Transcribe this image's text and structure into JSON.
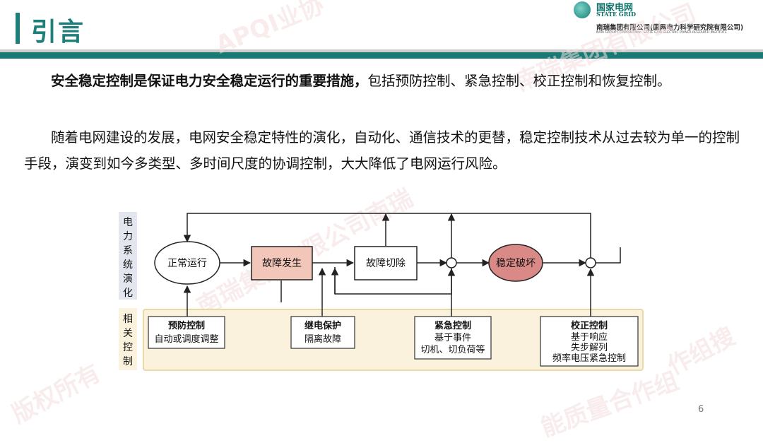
{
  "header": {
    "title": "引言",
    "logo": {
      "name_cn": "国家电网",
      "name_en": "STATE GRID",
      "company": "南瑞集团有限公司(国网电力科学研究院有限公司)",
      "company_en": "NARI GROUP CORPORATION · STATE GRID ELECTRIC POWER RESEARCH INSTITUTE"
    },
    "accent_color": "#1e7f7a"
  },
  "body": {
    "p1_bold": "安全稳定控制是保证电力安全稳定运行的重要措施，",
    "p1_rest": "包括预防控制、紧急控制、校正控制和恢复控制。",
    "p2": "随着电网建设的发展，电网安全稳定特性的演化，自动化、通信技术的更替，稳定控制技术从过去较为单一的控制手段，演变到如今多类型、多时间尺度的协调控制，大大降低了电网运行风险。"
  },
  "diagram": {
    "row_label_top": [
      "电",
      "力",
      "系",
      "统",
      "演",
      "化"
    ],
    "row_label_bottom": [
      "相",
      "关",
      "控",
      "制"
    ],
    "nodes": {
      "normal": "正常运行",
      "fault": "故障发生",
      "clear": "故障切除",
      "unstable": "稳定破坏"
    },
    "controls": [
      {
        "title": "预防控制",
        "lines": [
          "自动或调度调整"
        ]
      },
      {
        "title": "继电保护",
        "lines": [
          "隔离故障"
        ]
      },
      {
        "title": "紧急控制",
        "lines": [
          "基于事件",
          "切机、切负荷等"
        ]
      },
      {
        "title": "校正控制",
        "lines": [
          "基于响应",
          "失步解列",
          "频率电压紧急控制"
        ]
      }
    ],
    "colors": {
      "fault_fill": "#f2c6b8",
      "unstable_fill": "#d98a86",
      "panel_fill": "#faf2dc",
      "panel_border": "#e8d9a8",
      "label_bg": "#e4e6ef"
    }
  },
  "watermarks": [
    "APQI业协",
    "南瑞集团有限公司南瑞",
    "南瑞集团有限公司",
    "版权所有",
    "作组搜",
    "能质量合作组"
  ],
  "page_number": "6"
}
